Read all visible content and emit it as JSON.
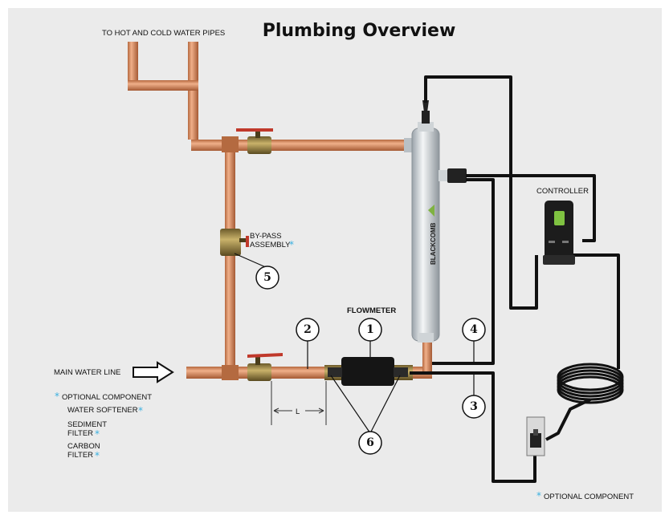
{
  "title": "Plumbing Overview",
  "labels": {
    "hot_cold": "TO HOT AND COLD WATER PIPES",
    "bypass_line1": "BY-PASS",
    "bypass_line2": "ASSEMBLY",
    "flowmeter": "FLOWMETER",
    "controller": "CONTROLLER",
    "main_water_line": "MAIN WATER LINE",
    "optional_component_left": "OPTIONAL COMPONENT",
    "water_softener": "WATER SOFTENER",
    "sediment_line1": "SEDIMENT",
    "sediment_line2": "FILTER",
    "carbon_line1": "CARBON",
    "carbon_line2": "FILTER",
    "optional_component_bottom": "OPTIONAL COMPONENT",
    "dimension": "L",
    "brand": "BLACKCOMB",
    "star": "*"
  },
  "callouts": [
    "1",
    "2",
    "3",
    "4",
    "5",
    "6"
  ],
  "colors": {
    "background": "#ebebeb",
    "copper": "#d98c5f",
    "cable": "#111111",
    "accent_star": "#3ab0e0",
    "valve_handle": "#c0392b"
  }
}
